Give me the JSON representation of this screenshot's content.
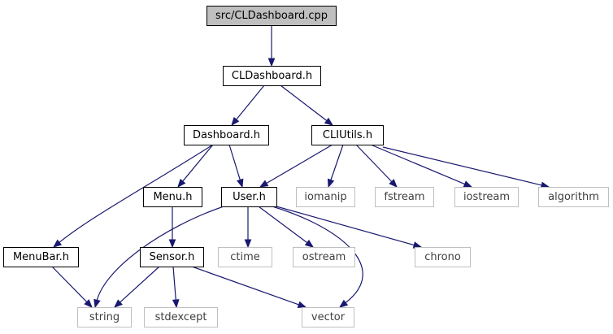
{
  "graph": {
    "nodes": [
      {
        "id": "cldashboard_cpp",
        "label": "src/CLDashboard.cpp",
        "kind": "root"
      },
      {
        "id": "cldashboard_h",
        "label": "CLDashboard.h",
        "kind": "project"
      },
      {
        "id": "dashboard_h",
        "label": "Dashboard.h",
        "kind": "project"
      },
      {
        "id": "cliutils_h",
        "label": "CLIUtils.h",
        "kind": "project"
      },
      {
        "id": "menubar_h",
        "label": "MenuBar.h",
        "kind": "project"
      },
      {
        "id": "menu_h",
        "label": "Menu.h",
        "kind": "project"
      },
      {
        "id": "user_h",
        "label": "User.h",
        "kind": "project"
      },
      {
        "id": "sensor_h",
        "label": "Sensor.h",
        "kind": "project"
      },
      {
        "id": "iomanip",
        "label": "iomanip",
        "kind": "system"
      },
      {
        "id": "fstream",
        "label": "fstream",
        "kind": "system"
      },
      {
        "id": "iostream",
        "label": "iostream",
        "kind": "system"
      },
      {
        "id": "algorithm",
        "label": "algorithm",
        "kind": "system"
      },
      {
        "id": "ctime",
        "label": "ctime",
        "kind": "system"
      },
      {
        "id": "ostream",
        "label": "ostream",
        "kind": "system"
      },
      {
        "id": "chrono",
        "label": "chrono",
        "kind": "system"
      },
      {
        "id": "string",
        "label": "string",
        "kind": "system"
      },
      {
        "id": "stdexcept",
        "label": "stdexcept",
        "kind": "system"
      },
      {
        "id": "vector",
        "label": "vector",
        "kind": "system"
      }
    ],
    "edges": [
      {
        "from": "cldashboard_cpp",
        "to": "cldashboard_h"
      },
      {
        "from": "cldashboard_h",
        "to": "dashboard_h"
      },
      {
        "from": "cldashboard_h",
        "to": "cliutils_h"
      },
      {
        "from": "dashboard_h",
        "to": "menubar_h"
      },
      {
        "from": "dashboard_h",
        "to": "menu_h"
      },
      {
        "from": "dashboard_h",
        "to": "user_h"
      },
      {
        "from": "cliutils_h",
        "to": "user_h"
      },
      {
        "from": "cliutils_h",
        "to": "iomanip"
      },
      {
        "from": "cliutils_h",
        "to": "fstream"
      },
      {
        "from": "cliutils_h",
        "to": "iostream"
      },
      {
        "from": "cliutils_h",
        "to": "algorithm"
      },
      {
        "from": "menu_h",
        "to": "sensor_h"
      },
      {
        "from": "user_h",
        "to": "string"
      },
      {
        "from": "user_h",
        "to": "ctime"
      },
      {
        "from": "user_h",
        "to": "ostream"
      },
      {
        "from": "user_h",
        "to": "chrono"
      },
      {
        "from": "user_h",
        "to": "vector"
      },
      {
        "from": "menubar_h",
        "to": "string"
      },
      {
        "from": "sensor_h",
        "to": "string"
      },
      {
        "from": "sensor_h",
        "to": "stdexcept"
      },
      {
        "from": "sensor_h",
        "to": "vector"
      }
    ],
    "colors": {
      "edge": "#191970",
      "root_fill": "#bfbfbf",
      "root_stroke": "#000000",
      "project_stroke": "#000000",
      "system_stroke": "#bfbfbf",
      "system_text": "#404040",
      "project_text": "#000000"
    }
  }
}
